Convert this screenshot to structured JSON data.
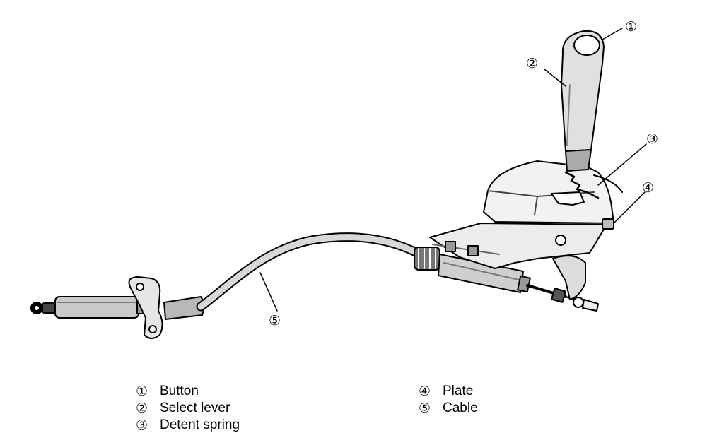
{
  "callouts": [
    {
      "num": "①",
      "label": "Button"
    },
    {
      "num": "②",
      "label": "Select lever"
    },
    {
      "num": "③",
      "label": "Detent spring"
    },
    {
      "num": "④",
      "label": "Plate"
    },
    {
      "num": "⑤",
      "label": "Cable"
    }
  ]
}
